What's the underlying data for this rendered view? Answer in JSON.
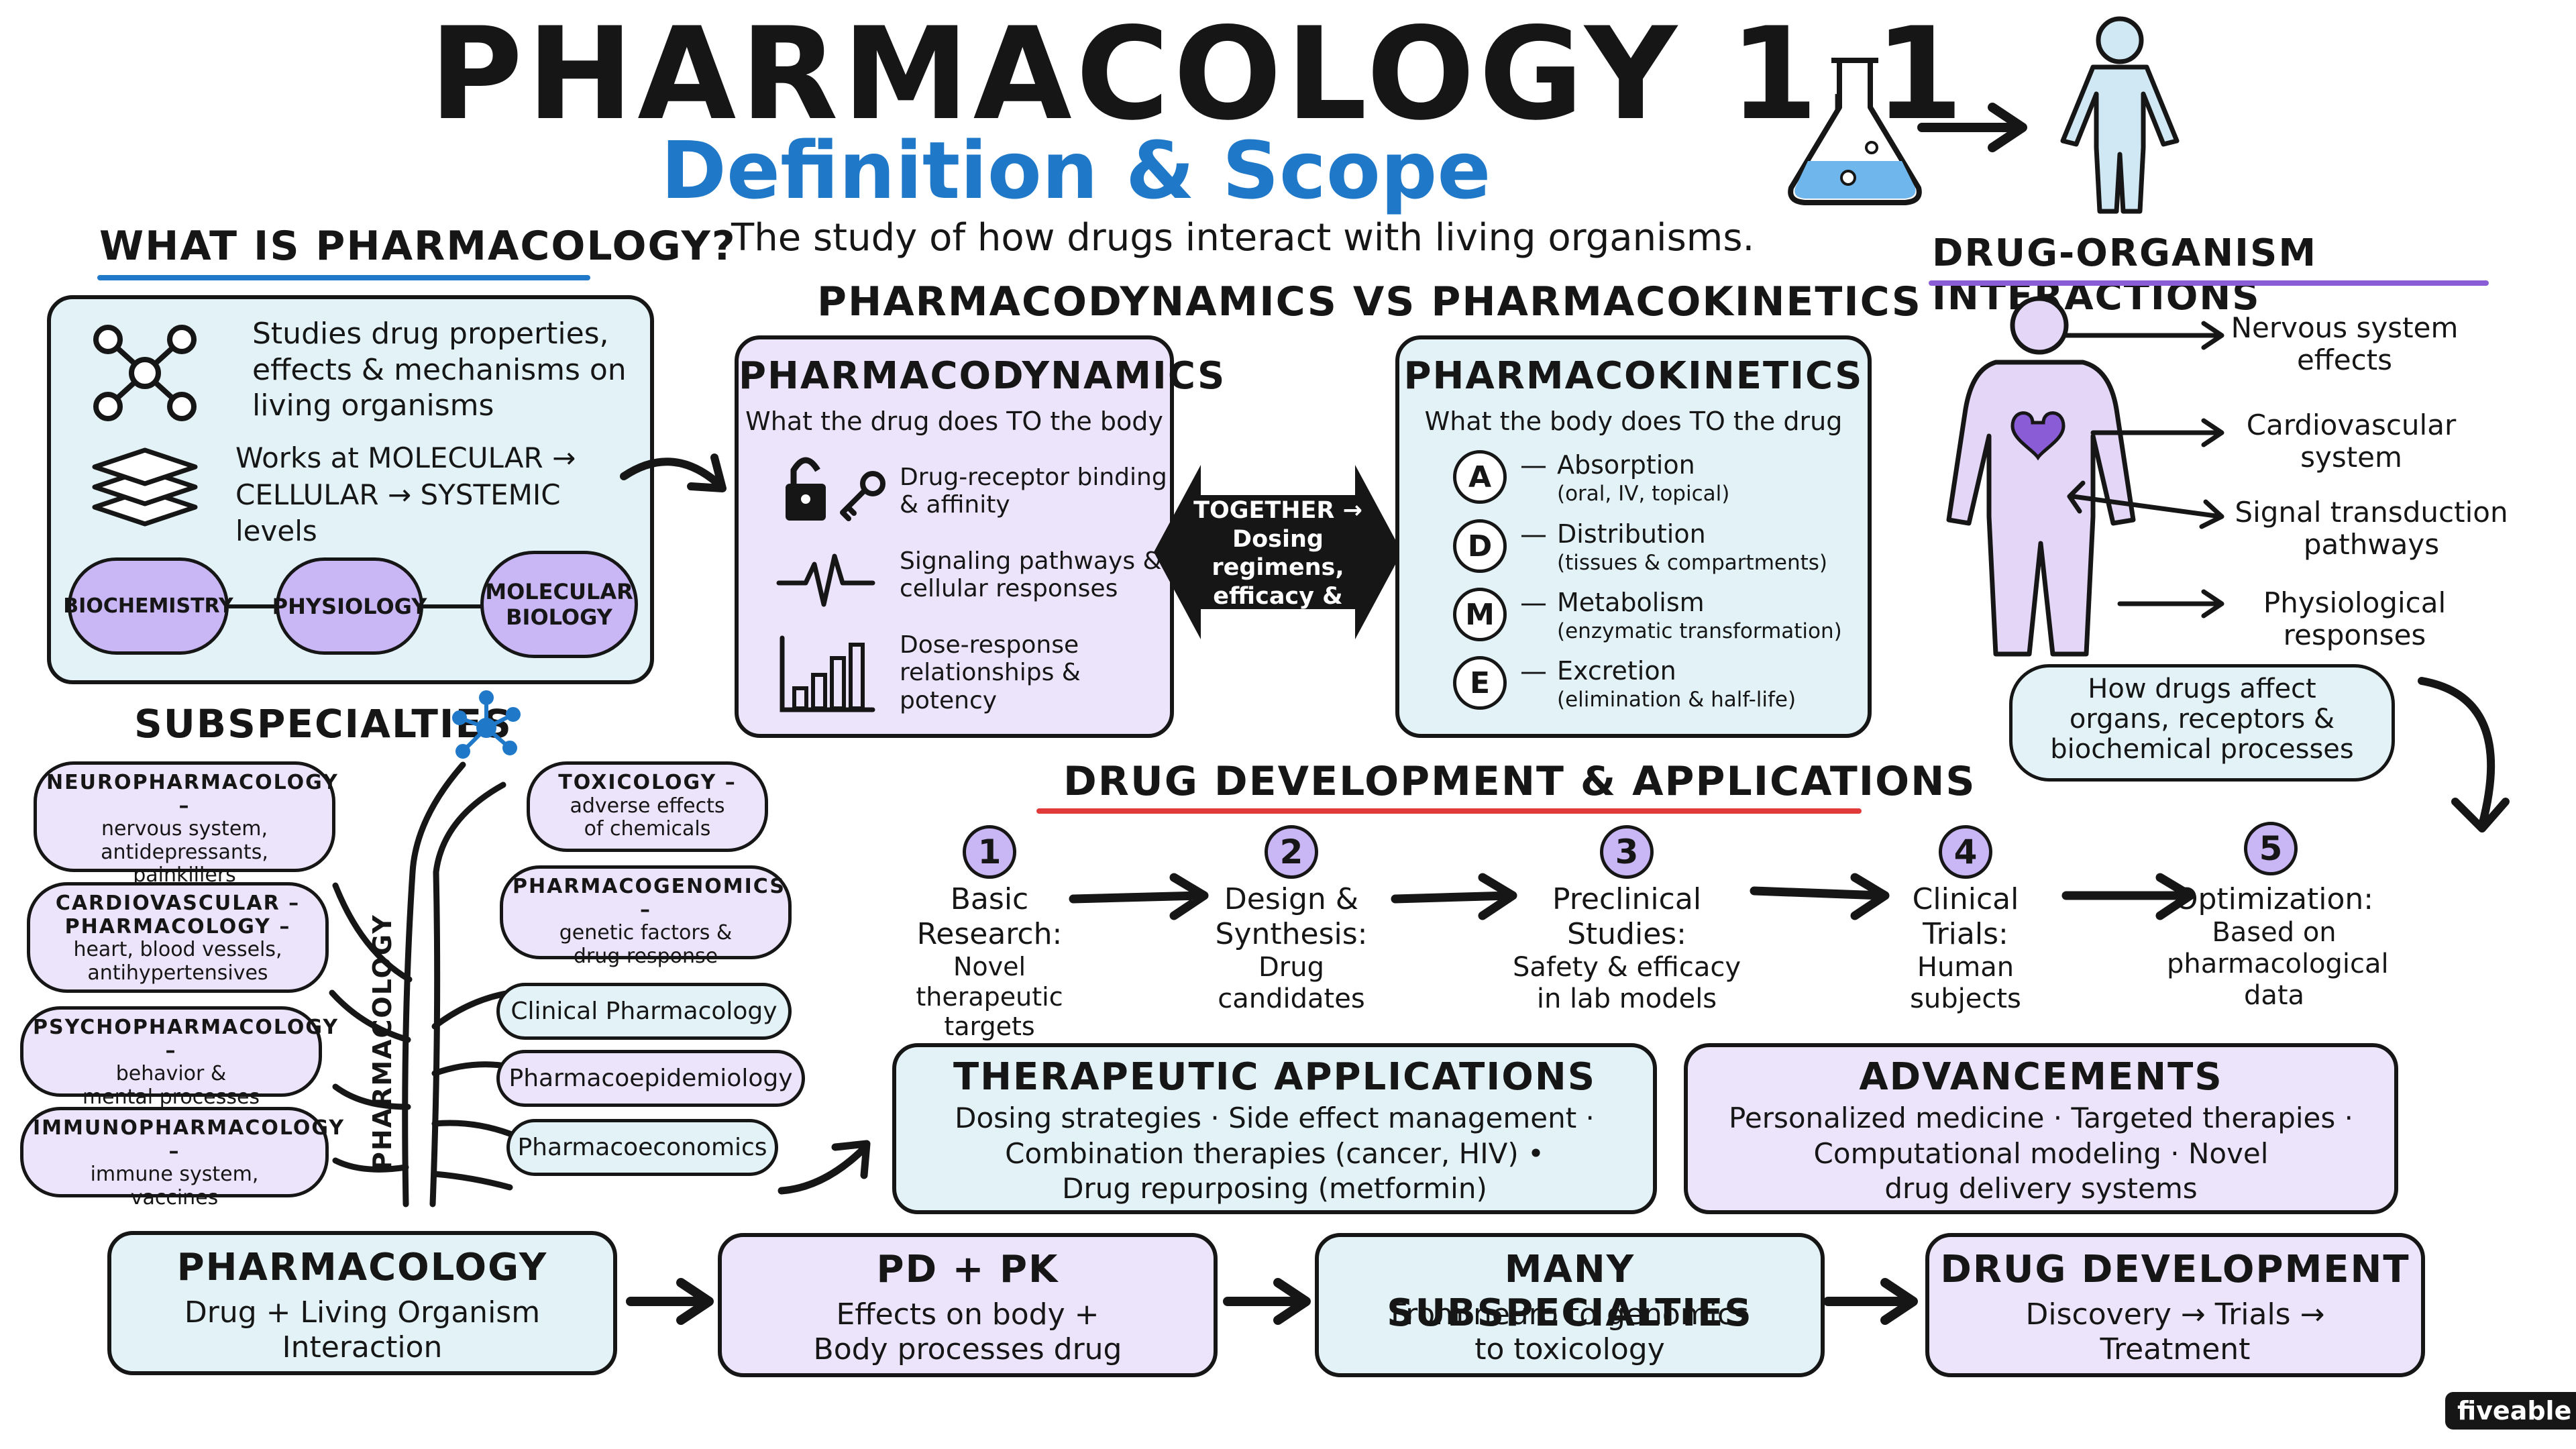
{
  "title": "PHARMACOLOGY 1.1",
  "subtitle": "Definition & Scope",
  "tagline": "The study of how drugs interact with living organisms.",
  "what_is": {
    "heading": "WHAT IS PHARMACOLOGY?",
    "item1": "Studies drug properties,\neffects & mechanisms on\nliving organisms",
    "item2": "Works at MOLECULAR →\nCELLULAR → SYSTEMIC levels",
    "fields": [
      "BIOCHEMISTRY",
      "PHYSIOLOGY",
      "MOLECULAR\nBIOLOGY"
    ]
  },
  "pd_vs_pk_heading": "PHARMACODYNAMICS VS PHARMACOKINETICS",
  "pd": {
    "title": "PHARMACODYNAMICS",
    "sub": "What the drug does TO the body",
    "items": [
      "Drug-receptor binding\n& affinity",
      "Signaling pathways &\ncellular responses",
      "Dose-response\nrelationships &\npotency"
    ]
  },
  "together": "TOGETHER →\nDosing regimens,\nefficacy & toxicity\nprediction",
  "pk": {
    "title": "PHARMACOKINETICS",
    "sub": "What the body does TO the drug",
    "items": [
      {
        "letter": "A",
        "name": "Absorption",
        "detail": "(oral, IV, topical)"
      },
      {
        "letter": "D",
        "name": "Distribution",
        "detail": "(tissues & compartments)"
      },
      {
        "letter": "M",
        "name": "Metabolism",
        "detail": "(enzymatic transformation)"
      },
      {
        "letter": "E",
        "name": "Excretion",
        "detail": "(elimination & half-life)"
      }
    ]
  },
  "interactions": {
    "heading": "DRUG-ORGANISM INTERACTIONS",
    "items": [
      "Nervous system\neffects",
      "Cardiovascular\nsystem",
      "Signal transduction\npathways",
      "Physiological\nresponses"
    ],
    "note": "How drugs affect\norgans, receptors &\nbiochemical processes"
  },
  "subspecialties": {
    "heading": "SUBSPECIALTIES",
    "trunk_label": "PHARMACOLOGY",
    "left": [
      {
        "name": "NEUROPHARMACOLOGY –",
        "detail": "nervous system,\nantidepressants,\npainkillers"
      },
      {
        "name": "CARDIOVASCULAR –\nPHARMACOLOGY –",
        "detail": "heart, blood vessels,\nantihypertensives"
      },
      {
        "name": "PSYCHOPHARMACOLOGY –",
        "detail": "behavior &\nmental processes"
      },
      {
        "name": "IMMUNOPHARMACOLOGY –",
        "detail": "immune system,\nvaccines"
      }
    ],
    "right": [
      {
        "name": "TOXICOLOGY –",
        "detail": "adverse effects\nof chemicals"
      },
      {
        "name": "PHARMACOGENOMICS –",
        "detail": "genetic factors &\ndrug response"
      },
      {
        "name": "Clinical Pharmacology",
        "detail": ""
      },
      {
        "name": "Pharmacoepidemiology",
        "detail": ""
      },
      {
        "name": "Pharmacoeconomics",
        "detail": ""
      }
    ]
  },
  "development": {
    "heading": "DRUG DEVELOPMENT & APPLICATIONS",
    "steps": [
      {
        "n": "1",
        "text": "Basic\nResearch:",
        "detail": "Novel\ntherapeutic\ntargets"
      },
      {
        "n": "2",
        "text": "Design &\nSynthesis:",
        "detail": "Drug\ncandidates"
      },
      {
        "n": "3",
        "text": "Preclinical\nStudies:",
        "detail": "Safety & efficacy\nin lab models"
      },
      {
        "n": "4",
        "text": "Clinical\nTrials:",
        "detail": "Human\nsubjects"
      },
      {
        "n": "5",
        "text": "Optimization:",
        "detail": "Based on\npharmacological\ndata"
      }
    ]
  },
  "therapeutic": {
    "title": "THERAPEUTIC APPLICATIONS",
    "body": "Dosing strategies · Side effect management ·\nCombination therapies (cancer, HIV) •\nDrug repurposing (metformin)"
  },
  "advancements": {
    "title": "ADVANCEMENTS",
    "body": "Personalized medicine · Targeted therapies ·\nComputational modeling · Novel\ndrug delivery systems"
  },
  "summary": [
    {
      "title": "PHARMACOLOGY",
      "body": "Drug + Living Organism\nInteraction"
    },
    {
      "title": "PD + PK",
      "body": "Effects on body +\nBody processes drug"
    },
    {
      "title": "MANY SUBSPECIALTIES",
      "body": "From neuro to genomics\nto toxicology"
    },
    {
      "title": "DRUG DEVELOPMENT",
      "body": "Discovery → Trials →\nTreatment"
    }
  ],
  "brand": "fiveable",
  "colors": {
    "blue_fill": "#e2f2f6",
    "purple_fill": "#ece4fa",
    "accent_blue": "#1f78c8",
    "accent_red": "#e03a3a",
    "accent_purple": "#8a5cd6"
  }
}
